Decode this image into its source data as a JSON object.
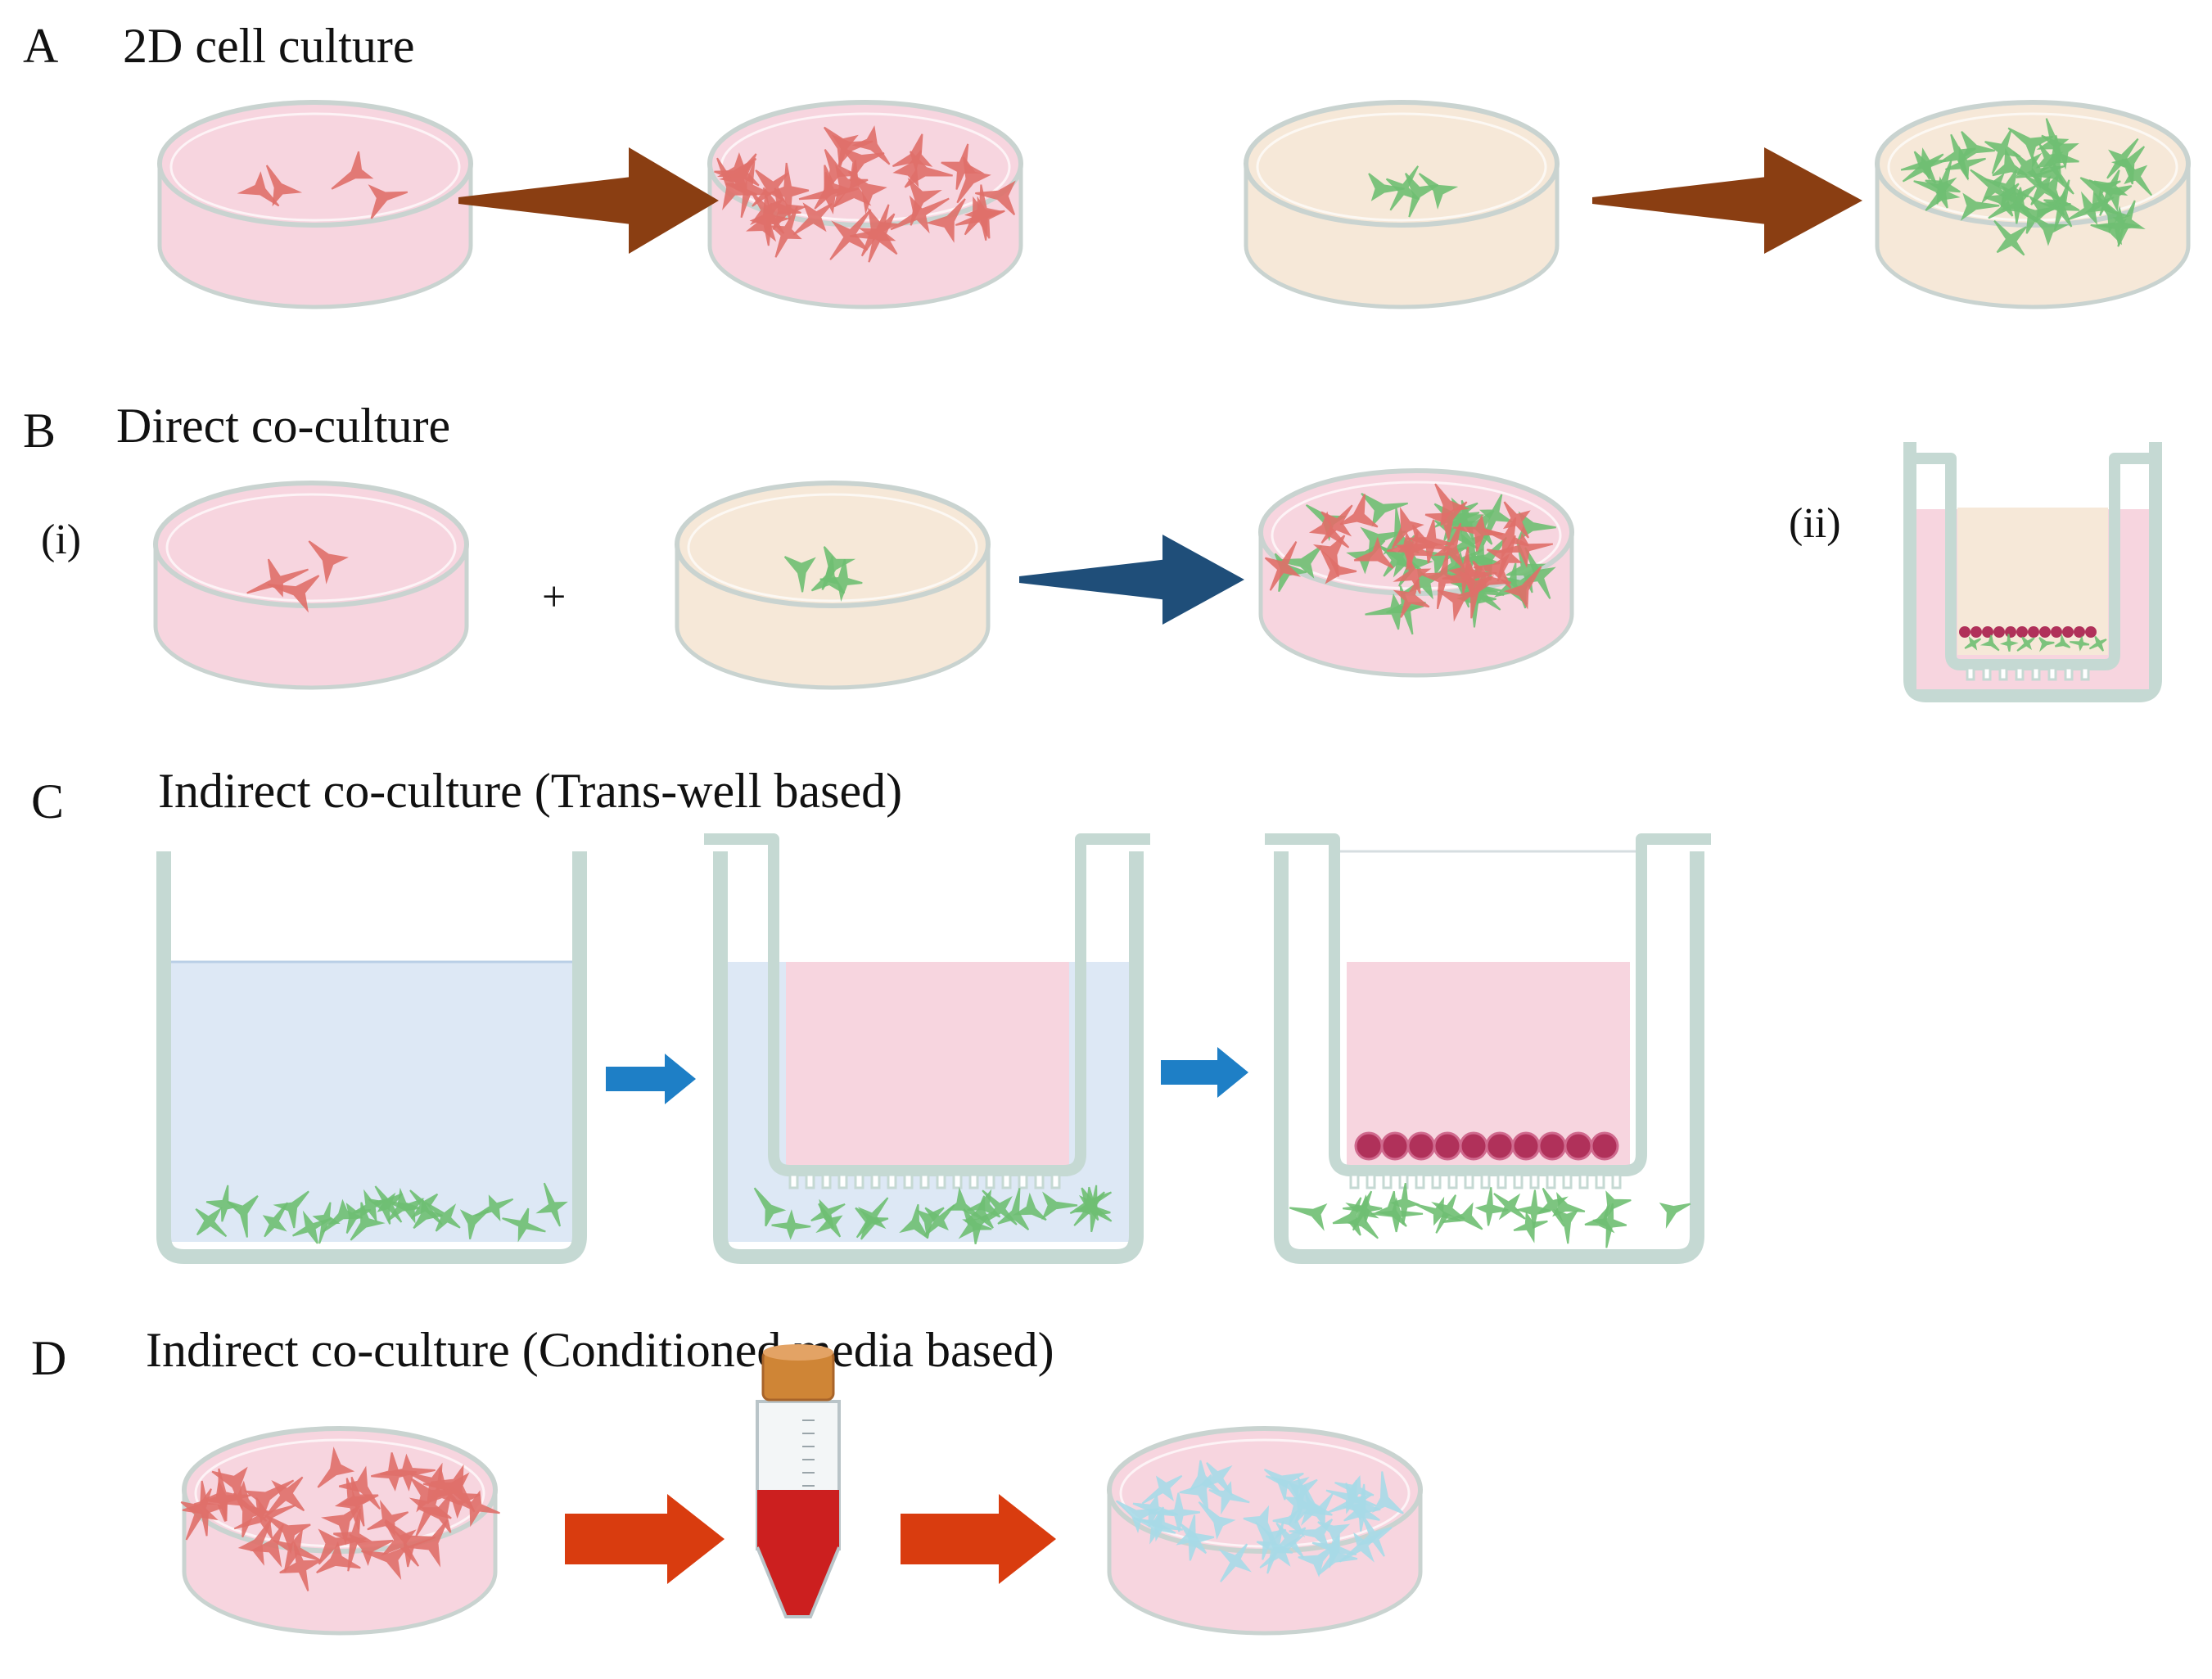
{
  "colors": {
    "pink_medium": "#f7d5df",
    "cream_medium": "#f6e8d8",
    "light_blue_medium": "#dde8f5",
    "transwell_outline": "#c5d9d3",
    "red_cell": "#e0706a",
    "green_cell": "#6fbf73",
    "blue_cell": "#a8dbe8",
    "purple_cell": "#b0315a",
    "brown_arrow": "#8a3e12",
    "navy_arrow": "#1f4e79",
    "blue_arrow": "#1e7fc6",
    "orange_arrow": "#d93c0f",
    "tube_cap": "#cf8536",
    "tube_liquid": "#cc1f1f"
  },
  "sections": {
    "A": {
      "letter": "A",
      "title": "2D cell culture"
    },
    "B": {
      "letter": "B",
      "title": "Direct co-culture",
      "sub_i": "(i)",
      "sub_ii": "(ii)",
      "plus": "+"
    },
    "C": {
      "letter": "C",
      "title": "Indirect co-culture (Trans-well based)"
    },
    "D": {
      "letter": "D",
      "title": "Indirect co-culture (Conditioned media based)"
    }
  },
  "icons": {
    "dish": "petri-dish-icon",
    "transwell": "transwell-insert-icon",
    "tube": "centrifuge-tube-icon",
    "arrow": "arrow-icon"
  }
}
